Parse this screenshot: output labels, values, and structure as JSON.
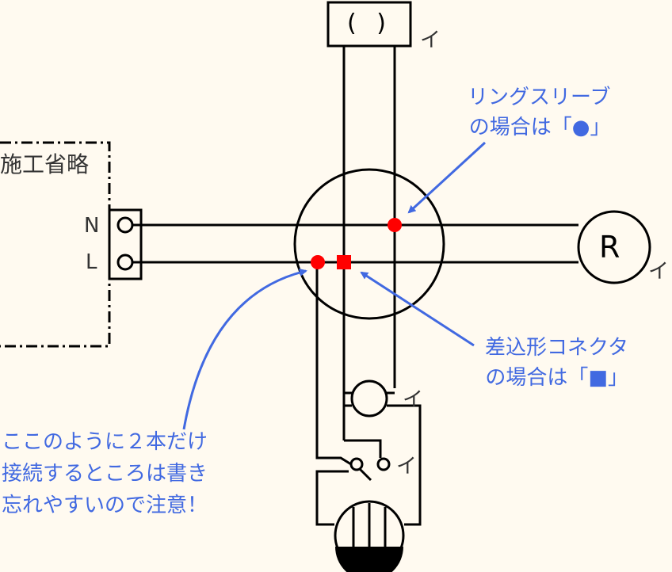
{
  "colors": {
    "background": "#fffaf0",
    "wire": "#000000",
    "connection_dot": "#ff0000",
    "annotation": "#4169e1"
  },
  "omitted_area": {
    "label": "施工省略"
  },
  "terminal": {
    "n_label": "N",
    "l_label": "L"
  },
  "ceiling_fixture": {
    "symbol": "( )",
    "wire_mark": "イ"
  },
  "receptacle": {
    "symbol": "R",
    "wire_mark": "イ"
  },
  "pilot_lamp": {
    "wire_mark": "イ"
  },
  "switch": {
    "wire_mark": "イ"
  },
  "annotations": {
    "ring_sleeve": [
      "リングスリーブ",
      "の場合は「●」"
    ],
    "push_connector": [
      "差込形コネクタ",
      "の場合は「■」"
    ],
    "note": [
      "ここのように２本だけ",
      "接続するところは書き",
      "忘れやすいので注意！"
    ]
  }
}
